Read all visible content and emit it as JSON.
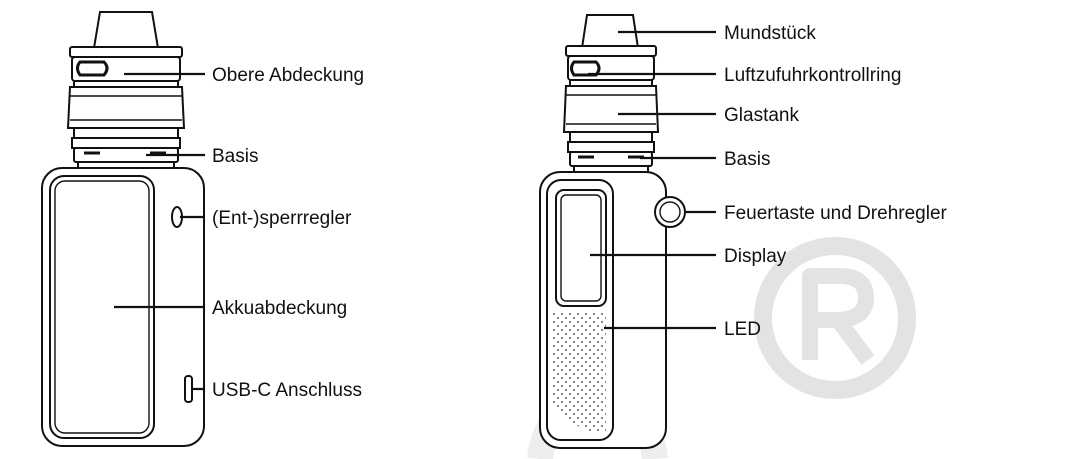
{
  "colors": {
    "line": "#111111",
    "background": "#ffffff",
    "watermark": "#e3e3e3"
  },
  "left_device": {
    "labels": {
      "top_cap": "Obere Abdeckung",
      "base": "Basis",
      "lock": "(Ent-)sperrregler",
      "battery_cover": "Akkuabdeckung",
      "usb": "USB-C Anschluss"
    }
  },
  "right_device": {
    "labels": {
      "mouthpiece": "Mundstück",
      "airflow": "Luftzufuhrkontrollring",
      "tank": "Glastank",
      "base": "Basis",
      "fire": "Feuertaste und Drehregler",
      "display": "Display",
      "led": "LED"
    }
  },
  "watermark": {
    "symbol": "registered-mark"
  }
}
